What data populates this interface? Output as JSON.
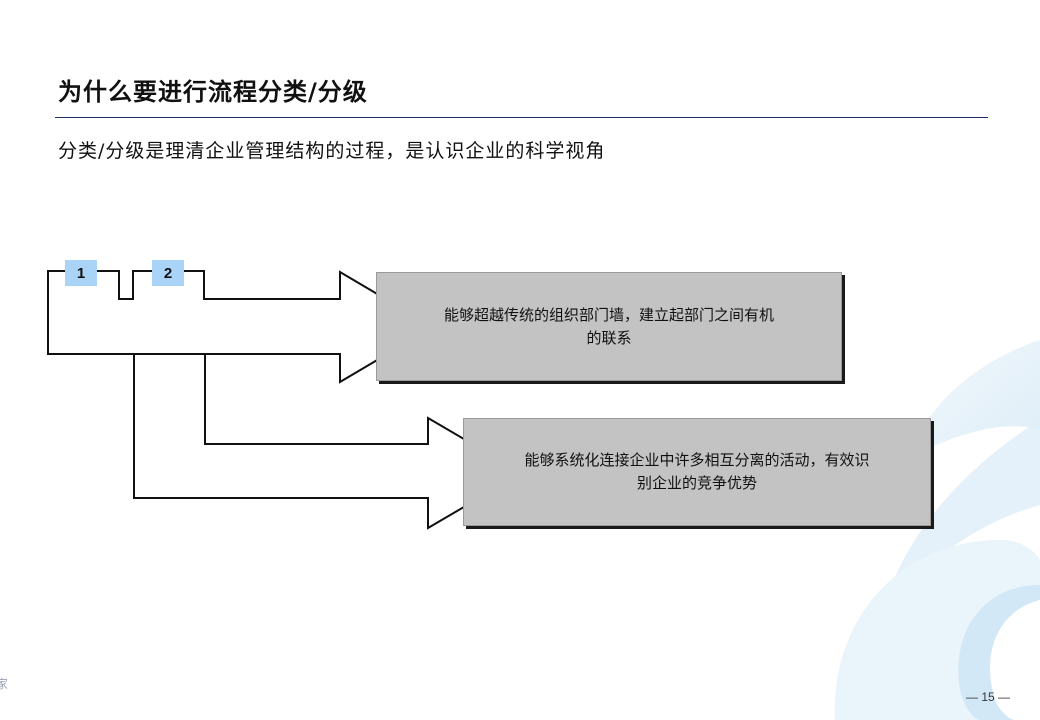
{
  "header": {
    "title": "为什么要进行流程分类/分级",
    "subtitle": "分类/分级是理清企业管理结构的过程，是认识企业的科学视角"
  },
  "diagram": {
    "tabs": [
      {
        "label": "1"
      },
      {
        "label": "2"
      }
    ],
    "boxes": [
      {
        "line1": "能够超越传统的组织部门墙，建立起部门之间有机",
        "line2": "的联系"
      },
      {
        "line1": "能够系统化连接企业中许多相互分离的活动，有效识",
        "line2": "别企业的竞争优势"
      }
    ]
  },
  "footer": {
    "page_number": "— 15 —",
    "edge_fragment": "家"
  },
  "colors": {
    "title_rule": "#1f2d6b",
    "tab_fill": "#a9d4f7",
    "box_fill": "#c3c3c3",
    "decoration": "#c9e3f5"
  }
}
